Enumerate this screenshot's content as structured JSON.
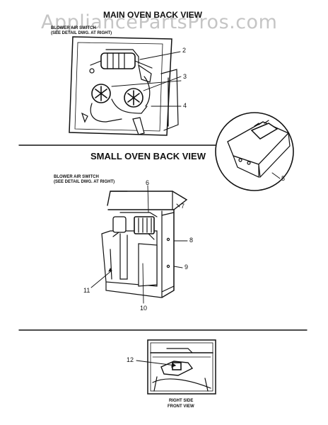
{
  "watermark": "AppliancePartsPros.com",
  "sections": {
    "main_title": "MAIN OVEN BACK VIEW",
    "main_note_1": "BLOWER AIR SWITCH",
    "main_note_2": "(SEE DETAIL DWG. AT RIGHT)",
    "small_title": "SMALL OVEN BACK VIEW",
    "small_note_1": "BLOWER AIR SWITCH",
    "small_note_2": "(SEE DETAIL DWG. AT RIGHT)",
    "right_side_1": "RIGHT SIDE",
    "right_side_2": "FRONT VIEW"
  },
  "callouts": [
    "2",
    "3",
    "4",
    "5",
    "6",
    "7",
    "8",
    "9",
    "10",
    "11",
    "12"
  ],
  "colors": {
    "ink": "#111111",
    "watermark": "#969696"
  }
}
